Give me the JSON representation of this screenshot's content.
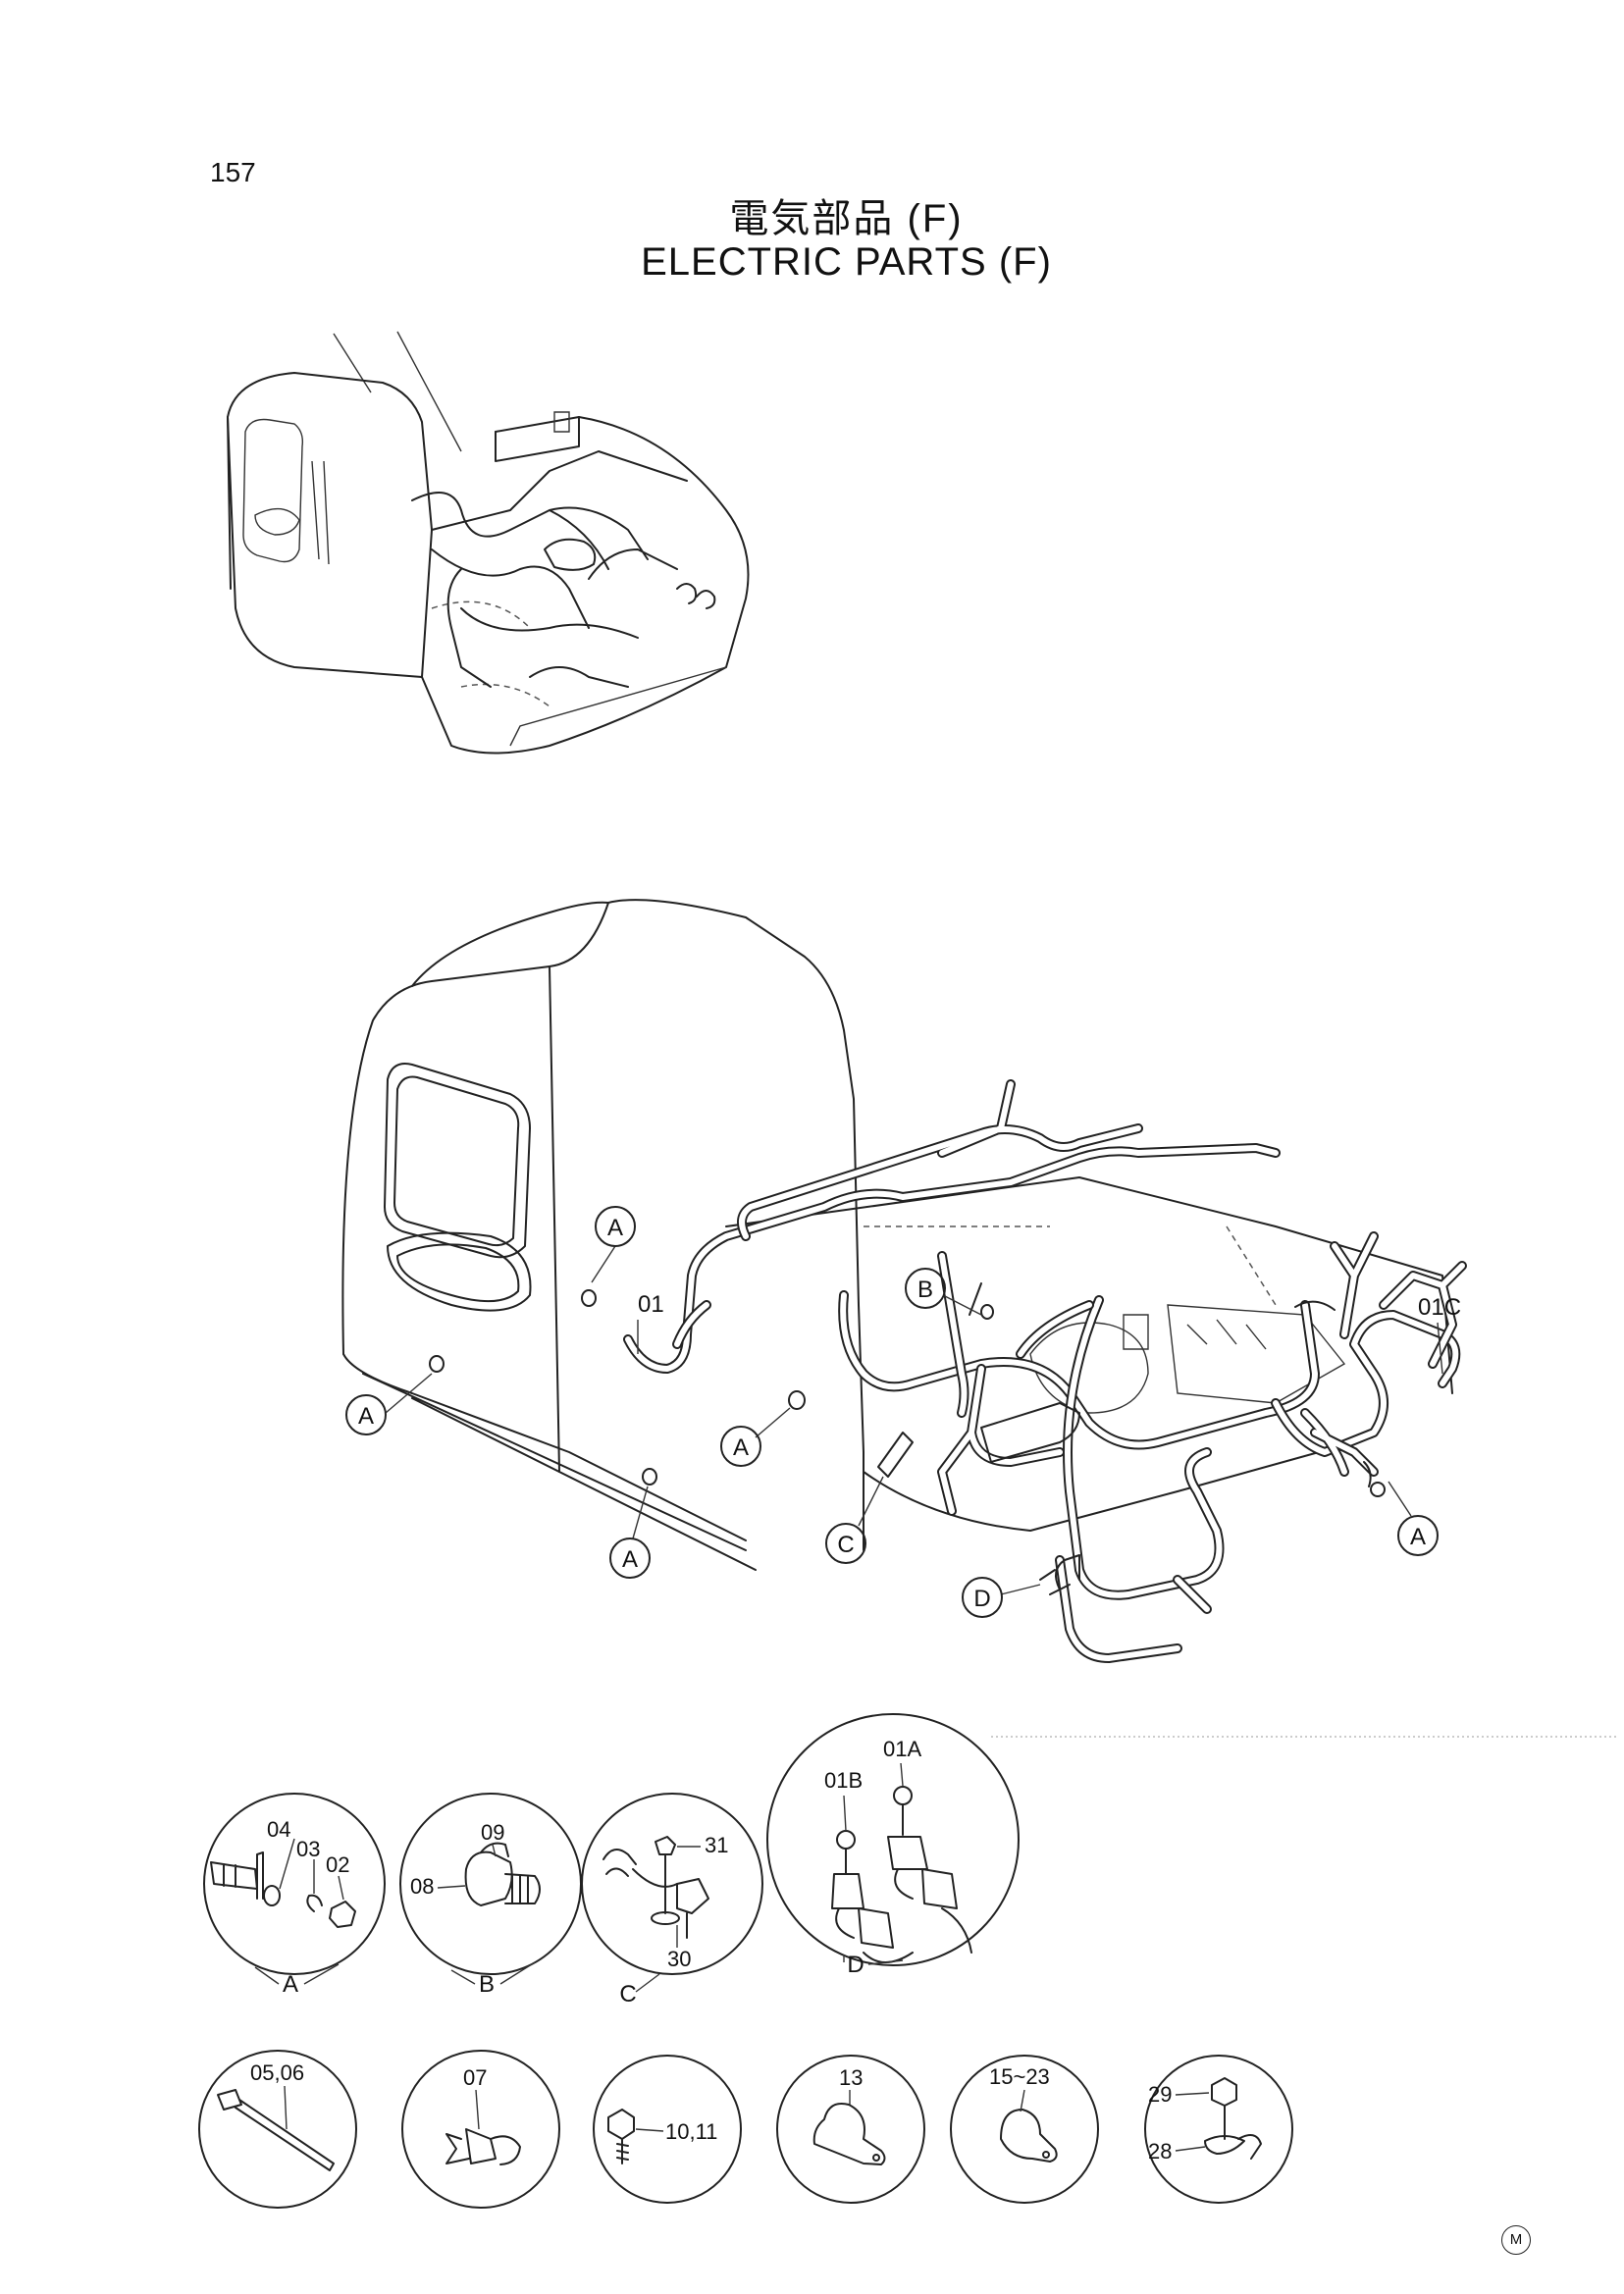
{
  "page": {
    "number": "157",
    "title_jp": "電気部品 (F)",
    "title_en": "ELECTRIC PARTS (F)",
    "maker_mark": "M"
  },
  "main_view": {
    "callouts": {
      "a1": "A",
      "a2": "A",
      "a3": "A",
      "a4": "A",
      "a5": "A",
      "b": "B",
      "c": "C",
      "d": "D"
    },
    "labels": {
      "harness": "01",
      "harness_c": "01C"
    }
  },
  "details": {
    "a": {
      "letter": "A",
      "parts": [
        "04",
        "03",
        "02"
      ]
    },
    "b": {
      "letter": "B",
      "parts": [
        "09",
        "08"
      ]
    },
    "c": {
      "letter": "C",
      "parts": [
        "31",
        "30"
      ]
    },
    "d": {
      "letter": "D",
      "parts": [
        "01A",
        "01B"
      ]
    }
  },
  "parts_row": {
    "tie": "05,06",
    "clip": "07",
    "bolt": "10,11",
    "clamp": "13",
    "clamps": "15~23",
    "bolt_top": "29",
    "washer": "28"
  }
}
